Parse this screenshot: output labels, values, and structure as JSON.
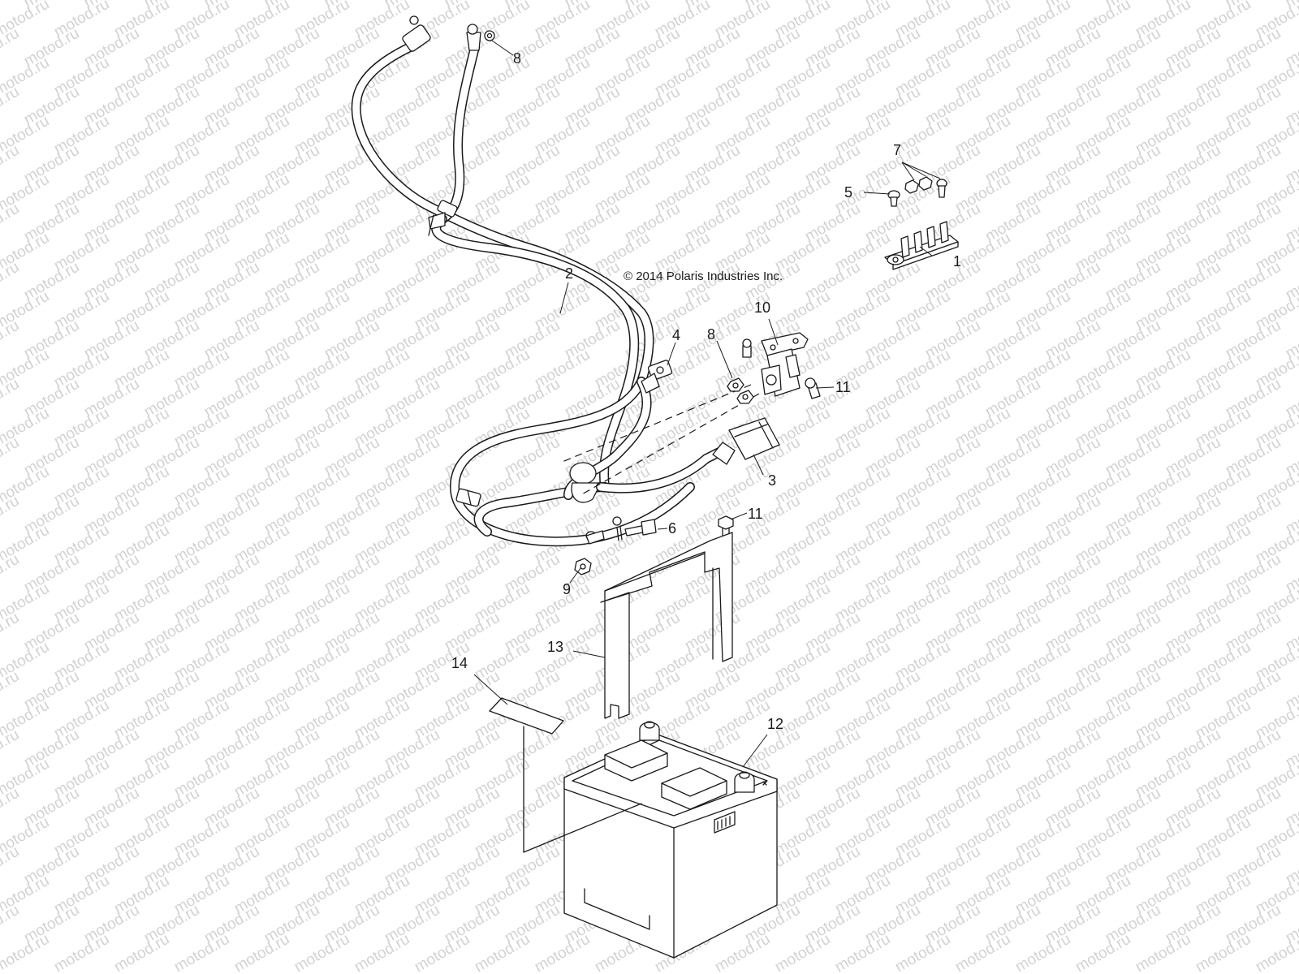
{
  "watermark": {
    "text": "motod.ru"
  },
  "copyright": "© 2014 Polaris Industries Inc.",
  "callouts": [
    {
      "id": "c1",
      "text": "1"
    },
    {
      "id": "c2",
      "text": "2"
    },
    {
      "id": "c3",
      "text": "3"
    },
    {
      "id": "c4",
      "text": "4"
    },
    {
      "id": "c5",
      "text": "5"
    },
    {
      "id": "c6",
      "text": "6"
    },
    {
      "id": "c7",
      "text": "7"
    },
    {
      "id": "c8a",
      "text": "8"
    },
    {
      "id": "c8b",
      "text": "8"
    },
    {
      "id": "c9",
      "text": "9"
    },
    {
      "id": "c10",
      "text": "10"
    },
    {
      "id": "c11a",
      "text": "11"
    },
    {
      "id": "c11b",
      "text": "11"
    },
    {
      "id": "c12",
      "text": "12"
    },
    {
      "id": "c13",
      "text": "13"
    },
    {
      "id": "c14",
      "text": "14"
    }
  ]
}
